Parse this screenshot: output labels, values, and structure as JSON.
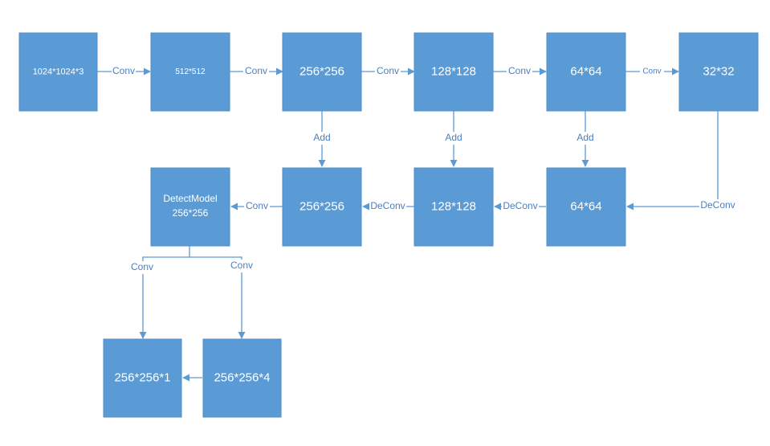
{
  "nodes": {
    "in_1024": {
      "label": "1024*1024*3"
    },
    "enc_512": {
      "label": "512*512"
    },
    "enc_256": {
      "label": "256*256"
    },
    "enc_128": {
      "label": "128*128"
    },
    "enc_64": {
      "label": "64*64"
    },
    "enc_32": {
      "label": "32*32"
    },
    "dec_256": {
      "label": "256*256"
    },
    "dec_128": {
      "label": "128*128"
    },
    "dec_64": {
      "label": "64*64"
    },
    "detect_line1": {
      "label": "DetectModel"
    },
    "detect_line2": {
      "label": "256*256"
    },
    "out_1": {
      "label": "256*256*1"
    },
    "out_4": {
      "label": "256*256*4"
    }
  },
  "edges": {
    "conv_1024_512": "Conv",
    "conv_512_256": "Conv",
    "conv_256_128": "Conv",
    "conv_128_64": "Conv",
    "conv_64_32": "Conv",
    "add_256": "Add",
    "add_128": "Add",
    "add_64": "Add",
    "deconv_32_64": "DeConv",
    "deconv_64_128": "DeConv",
    "deconv_128_256": "DeConv",
    "conv_256_detect": "Conv",
    "conv_detect_out1": "Conv",
    "conv_detect_out4": "Conv"
  },
  "colors": {
    "box_fill": "#5b9bd5",
    "line": "#5b9bd5",
    "label_text": "#4a7fc1",
    "box_text": "#ffffff"
  }
}
